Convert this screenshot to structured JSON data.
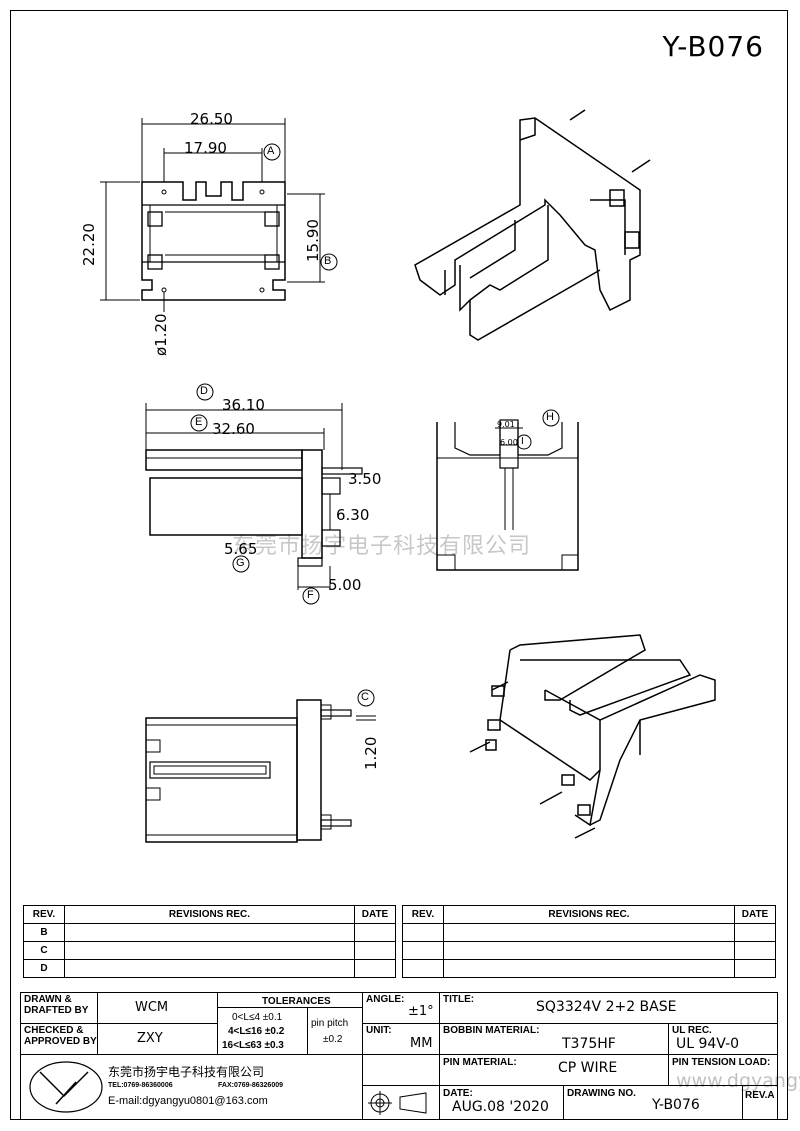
{
  "drawing_number": "Y-B076",
  "watermark": "东莞市扬宇电子科技有限公司",
  "watermark_url": "www.dgyangyu.cn",
  "dimensions": {
    "top_width": "26.50",
    "top_inner": "17.90",
    "left_height": "22.20",
    "right_height": "15.90",
    "pin_dia": "ø1.20",
    "front_total": "36.10",
    "front_body": "32.60",
    "pin_3_50": "3.50",
    "pin_6_30": "6.30",
    "gap_5_65": "5.65",
    "pin_5_00": "5.00",
    "side_9_01": "9.01",
    "side_6_00": "6.00",
    "bottom_1_20": "1.20"
  },
  "markers": {
    "A": "A",
    "B": "B",
    "C": "C",
    "D": "D",
    "E": "E",
    "F": "F",
    "G": "G",
    "H": "H",
    "I": "I"
  },
  "revisions": {
    "rev_header": "REV.",
    "rec_header": "REVISIONS   REC.",
    "date_header": "DATE",
    "rows": [
      "B",
      "C",
      "D"
    ]
  },
  "title_block": {
    "drawn_label": "DRAWN &\nDRAFTED BY",
    "drawn_value": "WCM",
    "checked_label": "CHECKED &\nAPPROVED BY",
    "checked_value": "ZXY",
    "tolerances_label": "TOLERANCES",
    "tol1": "0<L≤4    ±0.1",
    "tol2": "4<L≤16  ±0.2",
    "tol3": "16<L≤63 ±0.3",
    "pin_pitch_label": "pin pitch",
    "pin_pitch_value": "±0.2",
    "angle_label": "ANGLE:",
    "angle_value": "±1°",
    "unit_label": "UNIT:",
    "unit_value": "MM",
    "title_label": "TITLE:",
    "title_value": "SQ3324V 2+2 BASE",
    "bobbin_label": "BOBBIN MATERIAL:",
    "bobbin_value": "T375HF",
    "ul_label": "UL REC.",
    "ul_value": "UL 94V-0",
    "pin_mat_label": "PIN MATERIAL:",
    "pin_mat_value": "CP WIRE",
    "tension_label": "PIN TENSION LOAD:",
    "date_label": "DATE:",
    "date_value": "AUG.08 '2020",
    "drawing_no_label": "DRAWING NO.",
    "drawing_no_value": "Y-B076",
    "rev_label": "REV.A",
    "company": "东莞市扬宇电子科技有限公司",
    "tel": "TEL:0769-86360006",
    "fax": "FAX:0769-86326009",
    "email": "E-mail:dgyangyu0801@163.com"
  }
}
